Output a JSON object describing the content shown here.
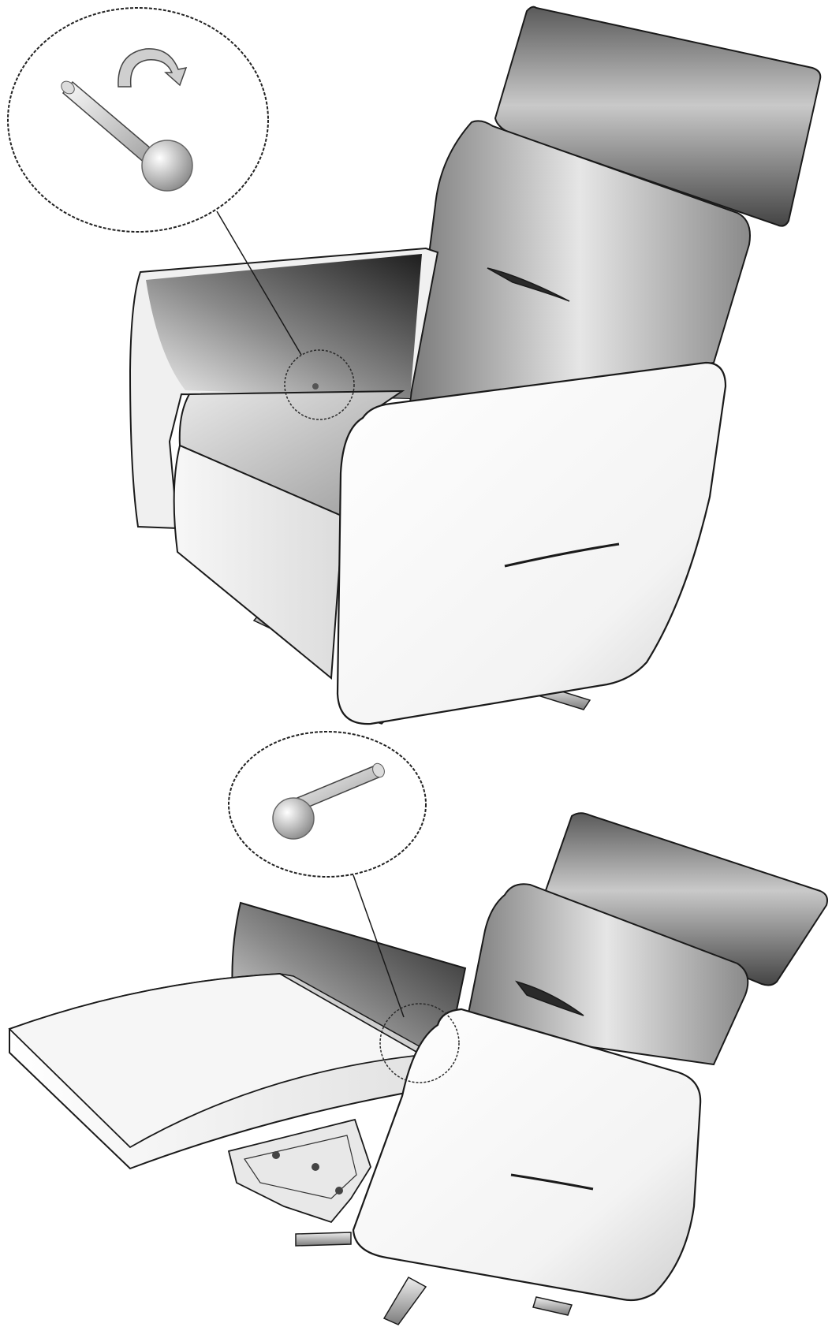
{
  "diagram": {
    "panels": [
      {
        "id": "upright",
        "state": "chair upright, lever rest position",
        "callout_icon": "lever-with-rotate-arrow-icon"
      },
      {
        "id": "reclined",
        "state": "chair reclined with leg rest extended",
        "callout_icon": "lever-rotated-icon"
      }
    ],
    "colors": {
      "outline": "#1a1a1a",
      "shade_dark": "#3a3a3a",
      "shade_mid": "#9a9a9a",
      "shade_light": "#f4f4f4",
      "metal": "#b8b8b8",
      "background": "#ffffff"
    }
  }
}
